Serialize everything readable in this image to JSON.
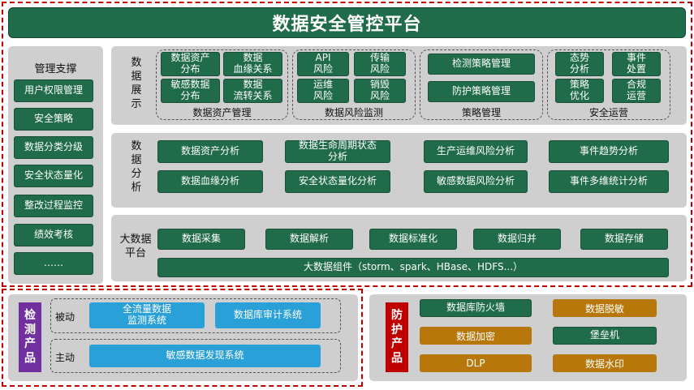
{
  "title": "数据安全管控平台",
  "management": {
    "heading": "管理支撑",
    "items": [
      "用户权限管理",
      "安全策略",
      "数据分类分级",
      "安全状态量化",
      "整改过程监控",
      "绩效考核",
      "……"
    ]
  },
  "display": {
    "label": "数\n据\n展\n示",
    "groups": [
      {
        "name": "数据资产管理",
        "items": [
          "数据资产\n分布",
          "数据\n血缘关系",
          "敏感数据\n分布",
          "数据\n流转关系"
        ]
      },
      {
        "name": "数据风险监测",
        "items": [
          "API\n风险",
          "传输\n风险",
          "运维\n风险",
          "销毁\n风险"
        ]
      },
      {
        "name": "策略管理",
        "items": [
          "检测策略管理",
          "防护策略管理"
        ]
      },
      {
        "name": "安全运营",
        "items": [
          "态势\n分析",
          "事件\n处置",
          "策略\n优化",
          "合规\n运营"
        ]
      }
    ]
  },
  "analysis": {
    "label": "数\n据\n分\n析",
    "items": [
      "数据资产分析",
      "数据生命周期状态\n分析",
      "生产运维风险分析",
      "事件趋势分析",
      "数据血缘分析",
      "安全状态量化分析",
      "敏感数据风险分析",
      "事件多维统计分析"
    ]
  },
  "bigdata": {
    "label": "大数据\n平台",
    "items": [
      "数据采集",
      "数据解析",
      "数据标准化",
      "数据归并",
      "数据存储"
    ],
    "components": "大数据组件（storm、spark、HBase、HDFS...）"
  },
  "detection": {
    "badge": "检\n测\n产\n品",
    "passive_label": "被动",
    "passive_items": [
      "全流量数据\n监测系统",
      "数据库审计系统"
    ],
    "active_label": "主动",
    "active_items": [
      "敏感数据发现系统"
    ]
  },
  "protection": {
    "badge": "防\n护\n产\n品",
    "items": [
      "数据库防火墙",
      "数据脱敏",
      "数据加密",
      "堡垒机",
      "DLP",
      "数据水印"
    ]
  },
  "colors": {
    "green": "#1f6b4a",
    "blue": "#2aa0d8",
    "orange": "#b8770a",
    "purple": "#7030a0",
    "red": "#c00000",
    "panel": "#cfcfcf"
  }
}
